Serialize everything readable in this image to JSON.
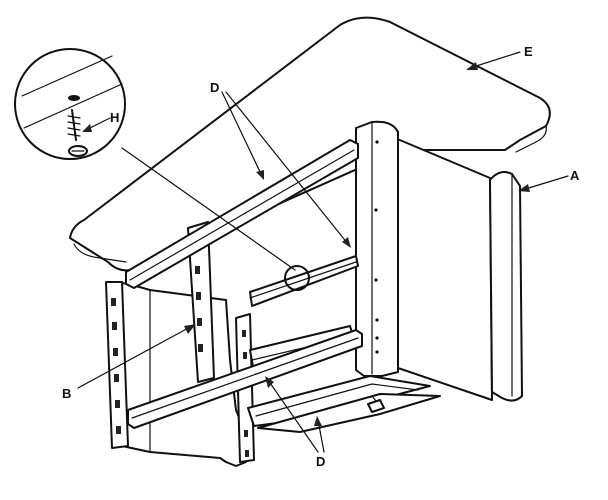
{
  "labels": {
    "A": "A",
    "B": "B",
    "D_top": "D",
    "D_bottom": "D",
    "E": "E",
    "H": "H"
  },
  "colors": {
    "ink": "#111111",
    "paper": "#ffffff"
  }
}
